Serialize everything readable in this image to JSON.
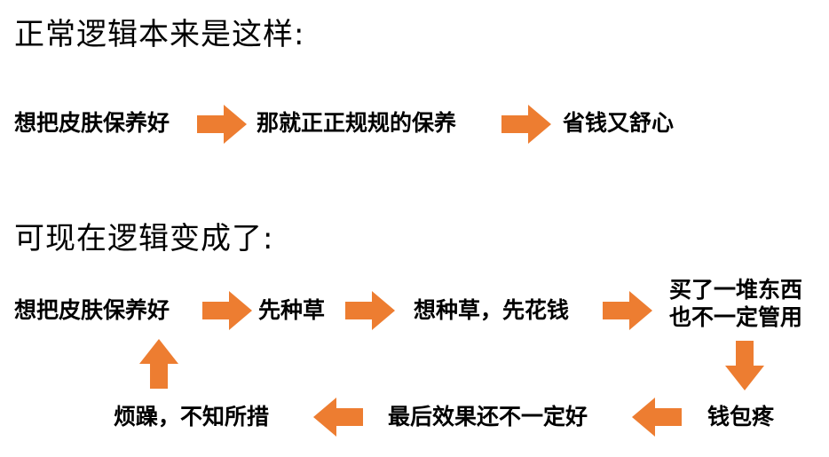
{
  "colors": {
    "arrow": "#ED7D31",
    "text": "#000000",
    "background": "#FFFFFF"
  },
  "section1": {
    "heading": "正常逻辑本来是这样:",
    "steps": [
      "想把皮肤保养好",
      "那就正正规规的保养",
      "省钱又舒心"
    ]
  },
  "section2": {
    "heading": "可现在逻辑变成了:",
    "steps": [
      "想把皮肤保养好",
      "先种草",
      "想种草，先花钱",
      "买了一堆东西",
      "也不一定管用",
      "钱包疼",
      "最后效果还不一定好",
      "烦躁，不知所措"
    ]
  }
}
